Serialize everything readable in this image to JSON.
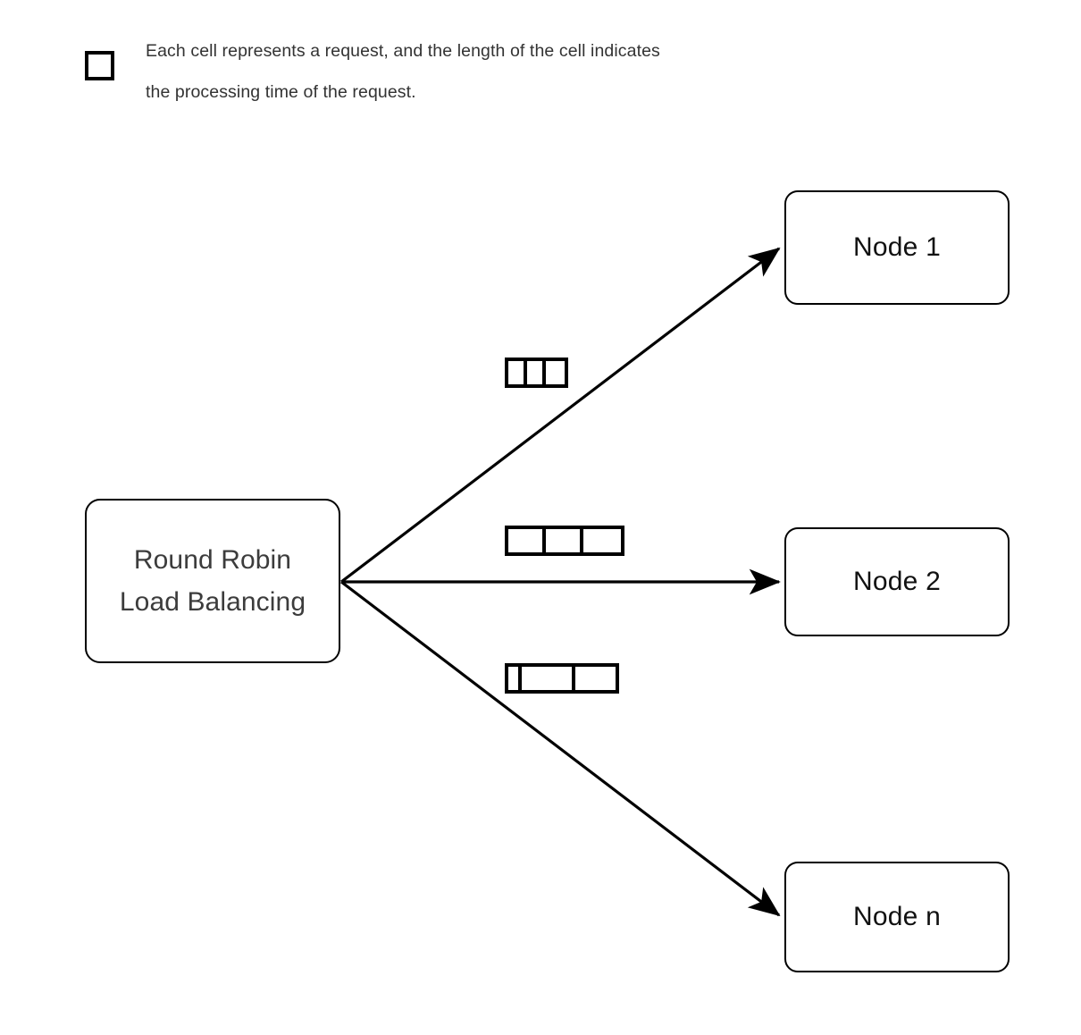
{
  "legend": {
    "swatch_icon": "legend-square-icon",
    "text": "Each cell represents a request, and the length of the cell indicates\nthe processing time of the request."
  },
  "diagram": {
    "title": "Round Robin Load Balancing",
    "balancer": {
      "label": "Round Robin\nLoad Balancing",
      "text_color": "#3c3c3c",
      "border_color": "#000000",
      "fill_color": "#ffffff"
    },
    "nodes": [
      {
        "id": "node-1",
        "label": "Node 1"
      },
      {
        "id": "node-2",
        "label": "Node 2"
      },
      {
        "id": "node-n",
        "label": "Node n"
      }
    ],
    "connections": [
      {
        "from": "balancer",
        "to": "node-1",
        "arrowhead": "filled-triangle"
      },
      {
        "from": "balancer",
        "to": "node-2",
        "arrowhead": "filled-triangle"
      },
      {
        "from": "balancer",
        "to": "node-n",
        "arrowhead": "filled-triangle"
      }
    ],
    "request_queues": [
      {
        "id": "queue-node-1",
        "for_node": "node-1",
        "cell_count": 3,
        "cell_widths": [
          21,
          21,
          21
        ],
        "total_width": 65
      },
      {
        "id": "queue-node-2",
        "for_node": "node-2",
        "cell_count": 3,
        "cell_widths": [
          42,
          42,
          42
        ],
        "total_width": 128
      },
      {
        "id": "queue-node-n",
        "for_node": "node-n",
        "cell_count": 3,
        "cell_widths": [
          15,
          60,
          45
        ],
        "total_width": 128
      }
    ],
    "colors": {
      "stroke": "#000000",
      "background": "#ffffff",
      "legend_text": "#333333",
      "node_text": "#111111"
    }
  }
}
